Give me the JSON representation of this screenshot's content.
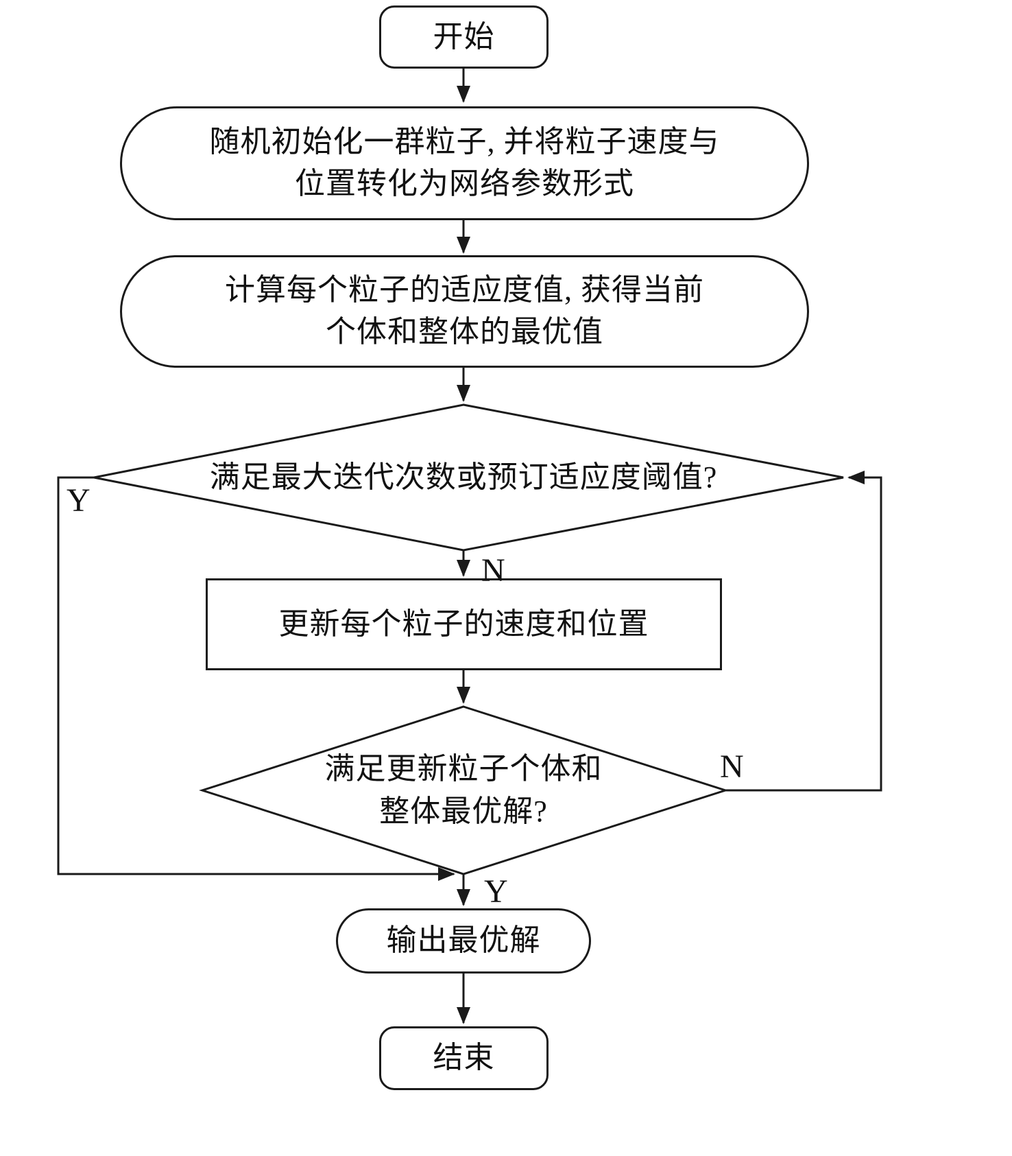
{
  "flowchart": {
    "nodes": {
      "start": {
        "label": "开始"
      },
      "init": {
        "line1": "随机初始化一群粒子, 并将粒子速度与",
        "line2": "位置转化为网络参数形式"
      },
      "fitness": {
        "line1": "计算每个粒子的适应度值, 获得当前",
        "line2": "个体和整体的最优值"
      },
      "decision1": {
        "label": "满足最大迭代次数或预订适应度阈值?"
      },
      "update": {
        "label": "更新每个粒子的速度和位置"
      },
      "decision2": {
        "line1": "满足更新粒子个体和",
        "line2": "整体最优解?"
      },
      "output": {
        "label": "输出最优解"
      },
      "end": {
        "label": "结束"
      }
    },
    "branches": {
      "decision1_yes": "Y",
      "decision1_no": "N",
      "decision2_no": "N",
      "decision2_yes": "Y"
    },
    "colors": {
      "line": "#1a1a1a",
      "background": "#ffffff"
    }
  }
}
